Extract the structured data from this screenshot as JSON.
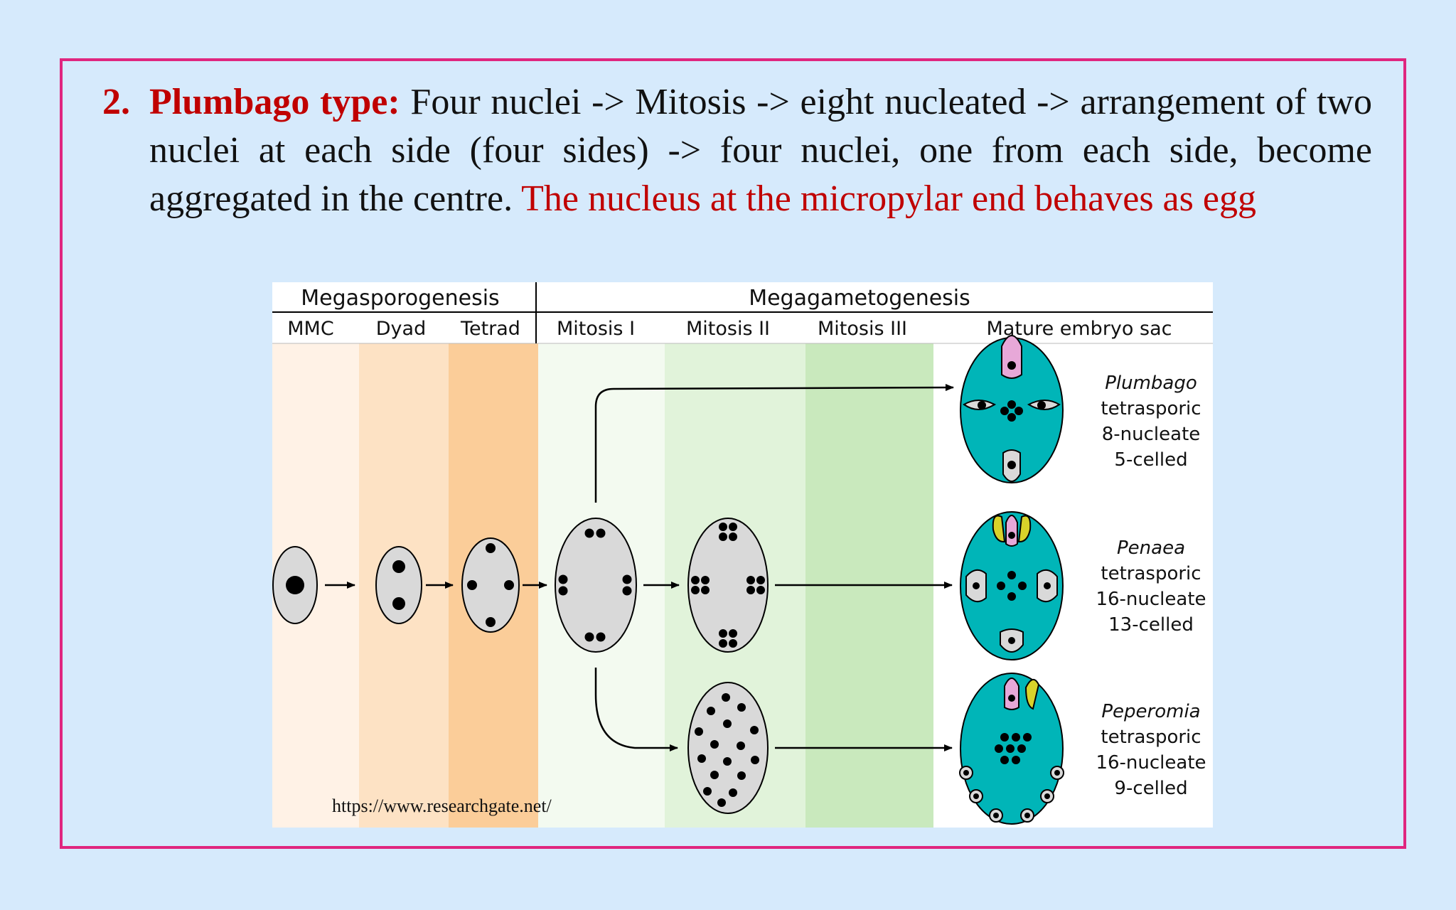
{
  "item": {
    "number": "2.",
    "heading": "Plumbago type:",
    "body": "Four nuclei -> Mitosis -> eight nucleated -> arrangement of two nuclei at each side (four sides) -> four nuclei, one from each side, become aggregated in the centre.",
    "highlight": "The nucleus at the micropylar end behaves as egg"
  },
  "figure": {
    "header_left": "Megasporogenesis",
    "header_right": "Megagametogenesis",
    "stages": [
      "MMC",
      "Dyad",
      "Tetrad",
      "Mitosis I",
      "Mitosis II",
      "Mitosis III",
      "Mature embryo sac"
    ],
    "types": [
      {
        "name": "Plumbago",
        "line1": "tetrasporic",
        "line2": "8-nucleate",
        "line3": "5-celled"
      },
      {
        "name": "Penaea",
        "line1": "tetrasporic",
        "line2": "16-nucleate",
        "line3": "13-celled"
      },
      {
        "name": "Peperomia",
        "line1": "tetrasporic",
        "line2": "16-nucleate",
        "line3": "9-celled"
      }
    ],
    "source": "https://www.researchgate.net/",
    "colors": {
      "sac_fill": "#00b5b8",
      "cell_fill": "#d9d9d9",
      "egg_pink": "#e7a8d8",
      "synergid_yellow": "#d8d22a",
      "meso_bands": [
        "#fff2e6",
        "#fde2c4",
        "#fbcd99"
      ],
      "mito_bands": [
        "#f3faf0",
        "#e1f3da",
        "#c9e9bd"
      ]
    }
  }
}
